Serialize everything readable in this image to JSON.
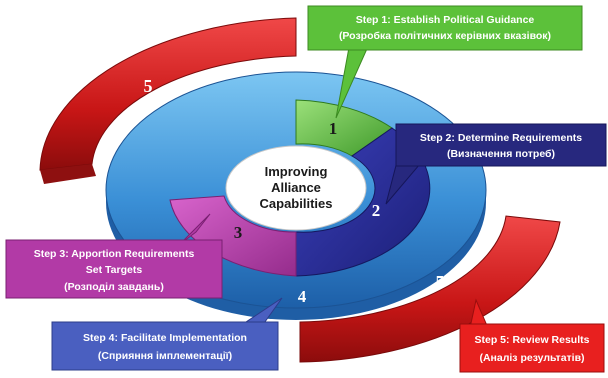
{
  "center": {
    "lines": [
      "Improving",
      "Alliance",
      "Capabilities"
    ]
  },
  "segments": [
    {
      "number": "1",
      "color": "#55bb3a"
    },
    {
      "number": "2",
      "color": "#2a2f9a"
    },
    {
      "number": "3",
      "color": "#b93fb0"
    },
    {
      "number": "4",
      "color": "#3b8fd4"
    },
    {
      "number": "5",
      "color": "#d81e1e"
    },
    {
      "number": "5",
      "color": "#d81e1e"
    }
  ],
  "steps": [
    {
      "title": "Step 1: Establish Political Guidance",
      "subtitle": "(Розробка політичних керівних вказівок)",
      "fill": "#5cc13a",
      "text_color": "#ffffff"
    },
    {
      "title": "Step 2: Determine Requirements",
      "subtitle": "(Визначення потреб)",
      "fill": "#27287e",
      "text_color": "#ffffff"
    },
    {
      "title": "Step 3: Apportion Requirements",
      "title2": "Set Targets",
      "subtitle": "(Розподіл завдань)",
      "fill": "#b23aa6",
      "text_color": "#ffffff"
    },
    {
      "title": "Step 4: Facilitate Implementation",
      "subtitle": "(Сприяння імплементації)",
      "fill": "#4a5fc0",
      "text_color": "#ffffff"
    },
    {
      "title": "Step 5: Review Results",
      "subtitle": "(Аналіз результатів)",
      "fill": "#e8201f",
      "text_color": "#ffffff"
    }
  ]
}
